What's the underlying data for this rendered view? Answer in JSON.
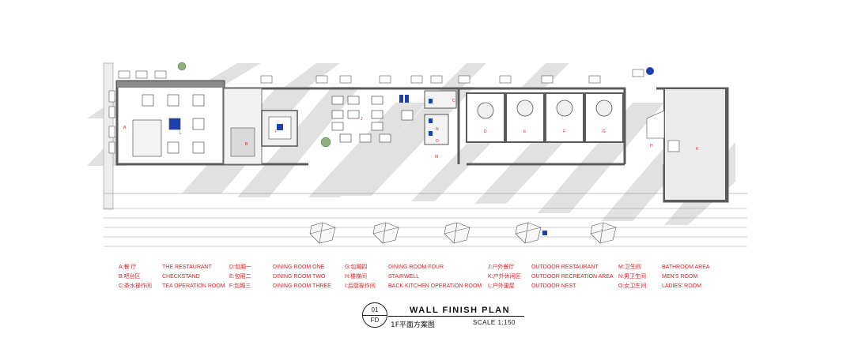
{
  "drawing": {
    "title": "WALL FINISH PLAN",
    "subtitle": "1F平面方案图",
    "scale": "SCALE 1:150",
    "number_top": "01",
    "number_bottom": "FD"
  },
  "legend": [
    [
      {
        "code": "A:餐 厅",
        "name": "THE RESTAURANT"
      },
      {
        "code": "B:吧台区",
        "name": "CHECKSTAND"
      },
      {
        "code": "C:茶水操作间",
        "name": "TEA OPERATION ROOM"
      }
    ],
    [
      {
        "code": "D:包厢一",
        "name": "DINING ROOM ONE"
      },
      {
        "code": "E:包厢二",
        "name": "DINING ROOM TWO"
      },
      {
        "code": "F:包厢三",
        "name": "DINING ROOM THREE"
      }
    ],
    [
      {
        "code": "G:包厢四",
        "name": "DINING ROOM FOUR"
      },
      {
        "code": "H:楼梯间",
        "name": "STAIRWELL"
      },
      {
        "code": "I:后厨操作间",
        "name": "BACK KITCHEN OPERATION ROOM"
      }
    ],
    [
      {
        "code": "J:户外餐厅",
        "name": "OUTDOOR RESTAURANT"
      },
      {
        "code": "K:户外休闲区",
        "name": "OUTDOOR RECREATION AREA"
      },
      {
        "code": "L:户外巢屋",
        "name": "OUTDOOR NEST"
      }
    ],
    [
      {
        "code": "M:卫生间",
        "name": "BATHROOM AREA"
      },
      {
        "code": "N:男卫生间",
        "name": "MEN'S ROOM"
      },
      {
        "code": "O:女卫生间",
        "name": "LADIES' ROOM"
      }
    ]
  ],
  "room_tags": [
    "A",
    "B",
    "C",
    "D",
    "E",
    "F",
    "G",
    "H",
    "I",
    "J",
    "K",
    "L",
    "M",
    "N",
    "O"
  ],
  "colors": {
    "accent_red": "#d8232a",
    "wall": "#6b6b6b",
    "shade": "#d9d9d9",
    "furniture_blue": "#1e3fae"
  }
}
